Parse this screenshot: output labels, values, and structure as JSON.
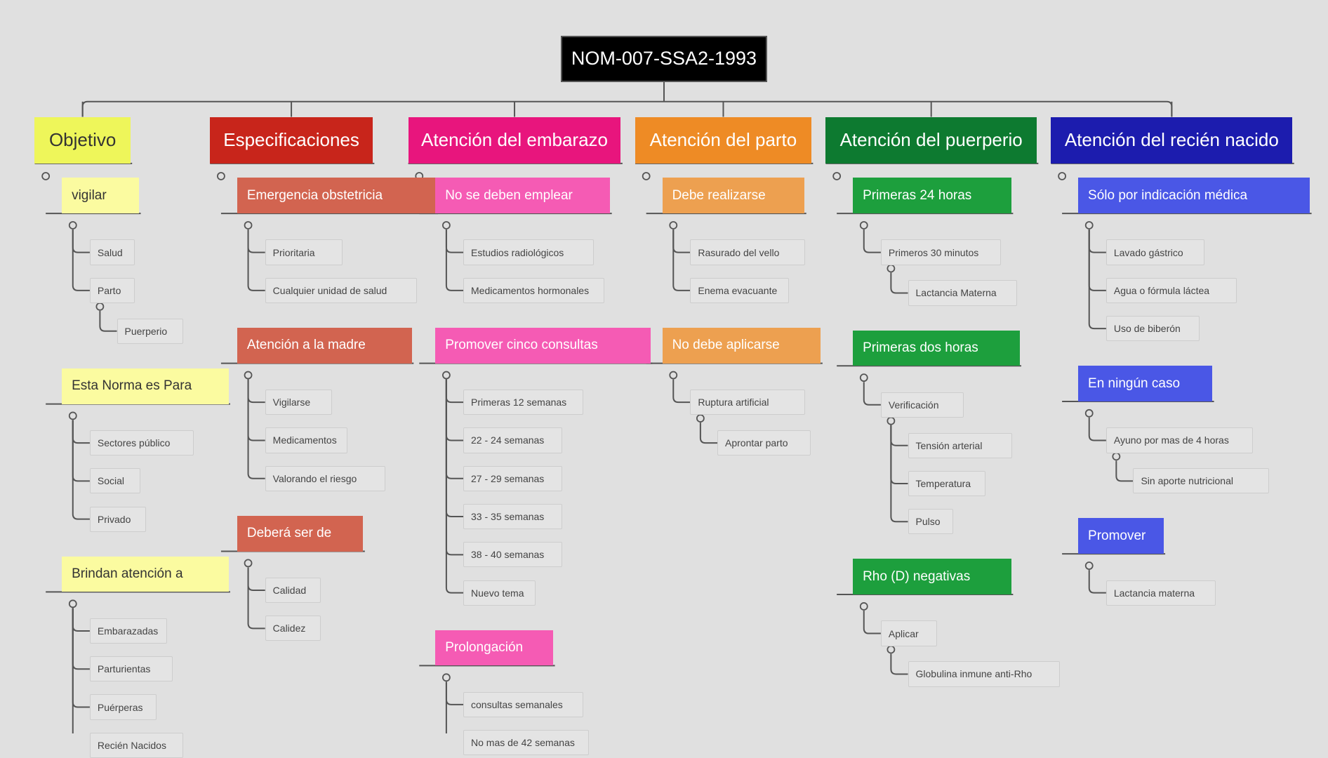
{
  "root": {
    "label": "NOM-007-SSA2-1993"
  },
  "colors": {
    "line": "#555555",
    "objetivo": "#eef65a",
    "especificaciones": "#c8251b",
    "embarazo": "#e8157d",
    "parto": "#ee8b25",
    "puerperio": "#0d7a30",
    "recien_nacido": "#1c1cae"
  },
  "categories": [
    {
      "label": "Objetivo",
      "color": "#eef65a",
      "text_color": "#333333",
      "sub_color": "#fbfba0",
      "sub_text_color": "#333333",
      "children": [
        {
          "label": "vigilar",
          "children": [
            {
              "label": "Salud"
            },
            {
              "label": "Parto",
              "children": [
                {
                  "label": "Puerperio"
                }
              ]
            }
          ]
        },
        {
          "label": "Esta Norma es Para",
          "children": [
            {
              "label": "Sectores público"
            },
            {
              "label": "Social"
            },
            {
              "label": "Privado"
            }
          ]
        },
        {
          "label": "Brindan atención a",
          "children": [
            {
              "label": "Embarazadas"
            },
            {
              "label": "Parturientas"
            },
            {
              "label": "Puérperas"
            },
            {
              "label": "Recién Nacidos"
            }
          ]
        }
      ]
    },
    {
      "label": "Especificaciones",
      "color": "#c8251b",
      "text_color": "#ffffff",
      "sub_color": "#d26450",
      "sub_text_color": "#ffffff",
      "children": [
        {
          "label": "Emergencia obstetricia",
          "children": [
            {
              "label": "Prioritaria"
            },
            {
              "label": "Cualquier unidad de salud"
            }
          ]
        },
        {
          "label": "Atención a la madre",
          "children": [
            {
              "label": "Vigilarse"
            },
            {
              "label": "Medicamentos"
            },
            {
              "label": "Valorando el riesgo"
            }
          ]
        },
        {
          "label": "Deberá ser de",
          "children": [
            {
              "label": "Calidad"
            },
            {
              "label": "Calidez"
            }
          ]
        }
      ]
    },
    {
      "label": "Atención del embarazo",
      "color": "#e8157d",
      "text_color": "#ffffff",
      "sub_color": "#f55bb4",
      "sub_text_color": "#ffffff",
      "children": [
        {
          "label": "No se deben emplear",
          "children": [
            {
              "label": "Estudios radiológicos"
            },
            {
              "label": "Medicamentos hormonales"
            }
          ]
        },
        {
          "label": "Promover cinco consultas",
          "children": [
            {
              "label": "Primeras 12 semanas"
            },
            {
              "label": "22 - 24 semanas"
            },
            {
              "label": "27 - 29 semanas"
            },
            {
              "label": "33 - 35 semanas"
            },
            {
              "label": "38 - 40 semanas"
            },
            {
              "label": "Nuevo tema"
            }
          ]
        },
        {
          "label": "Prolongación",
          "children": [
            {
              "label": "consultas semanales"
            },
            {
              "label": "No mas de 42 semanas"
            }
          ]
        }
      ]
    },
    {
      "label": "Atención del parto",
      "color": "#ee8b25",
      "text_color": "#ffffff",
      "sub_color": "#eda050",
      "sub_text_color": "#ffffff",
      "children": [
        {
          "label": "Debe realizarse",
          "children": [
            {
              "label": "Rasurado del vello"
            },
            {
              "label": "Enema evacuante"
            }
          ]
        },
        {
          "label": "No debe aplicarse",
          "children": [
            {
              "label": "Ruptura artificial",
              "children": [
                {
                  "label": "Aprontar parto"
                }
              ]
            }
          ]
        }
      ]
    },
    {
      "label": "Atención del puerperio",
      "color": "#0d7a30",
      "text_color": "#ffffff",
      "sub_color": "#1d9f3d",
      "sub_text_color": "#ffffff",
      "children": [
        {
          "label": "Primeras 24 horas",
          "children": [
            {
              "label": "Primeros 30 minutos",
              "children": [
                {
                  "label": "Lactancia Materna"
                }
              ]
            }
          ]
        },
        {
          "label": "Primeras dos horas",
          "children": [
            {
              "label": "Verificación",
              "children": [
                {
                  "label": "Tensión arterial"
                },
                {
                  "label": "Temperatura"
                },
                {
                  "label": "Pulso"
                }
              ]
            }
          ]
        },
        {
          "label": "Rho (D) negativas",
          "children": [
            {
              "label": "Aplicar",
              "children": [
                {
                  "label": "Globulina inmune anti-Rho"
                }
              ]
            }
          ]
        }
      ]
    },
    {
      "label": "Atención del recién nacido",
      "color": "#1c1cae",
      "text_color": "#ffffff",
      "sub_color": "#4a57e6",
      "sub_text_color": "#ffffff",
      "children": [
        {
          "label": "Sólo por indicación médica",
          "children": [
            {
              "label": "Lavado gástrico"
            },
            {
              "label": "Agua o fórmula láctea"
            },
            {
              "label": "Uso de biberón"
            }
          ]
        },
        {
          "label": "En ningún caso",
          "children": [
            {
              "label": "Ayuno por mas de 4 horas",
              "children": [
                {
                  "label": "Sin aporte nutricional"
                }
              ]
            }
          ]
        },
        {
          "label": "Promover",
          "children": [
            {
              "label": "Lactancia materna"
            }
          ]
        }
      ]
    }
  ]
}
